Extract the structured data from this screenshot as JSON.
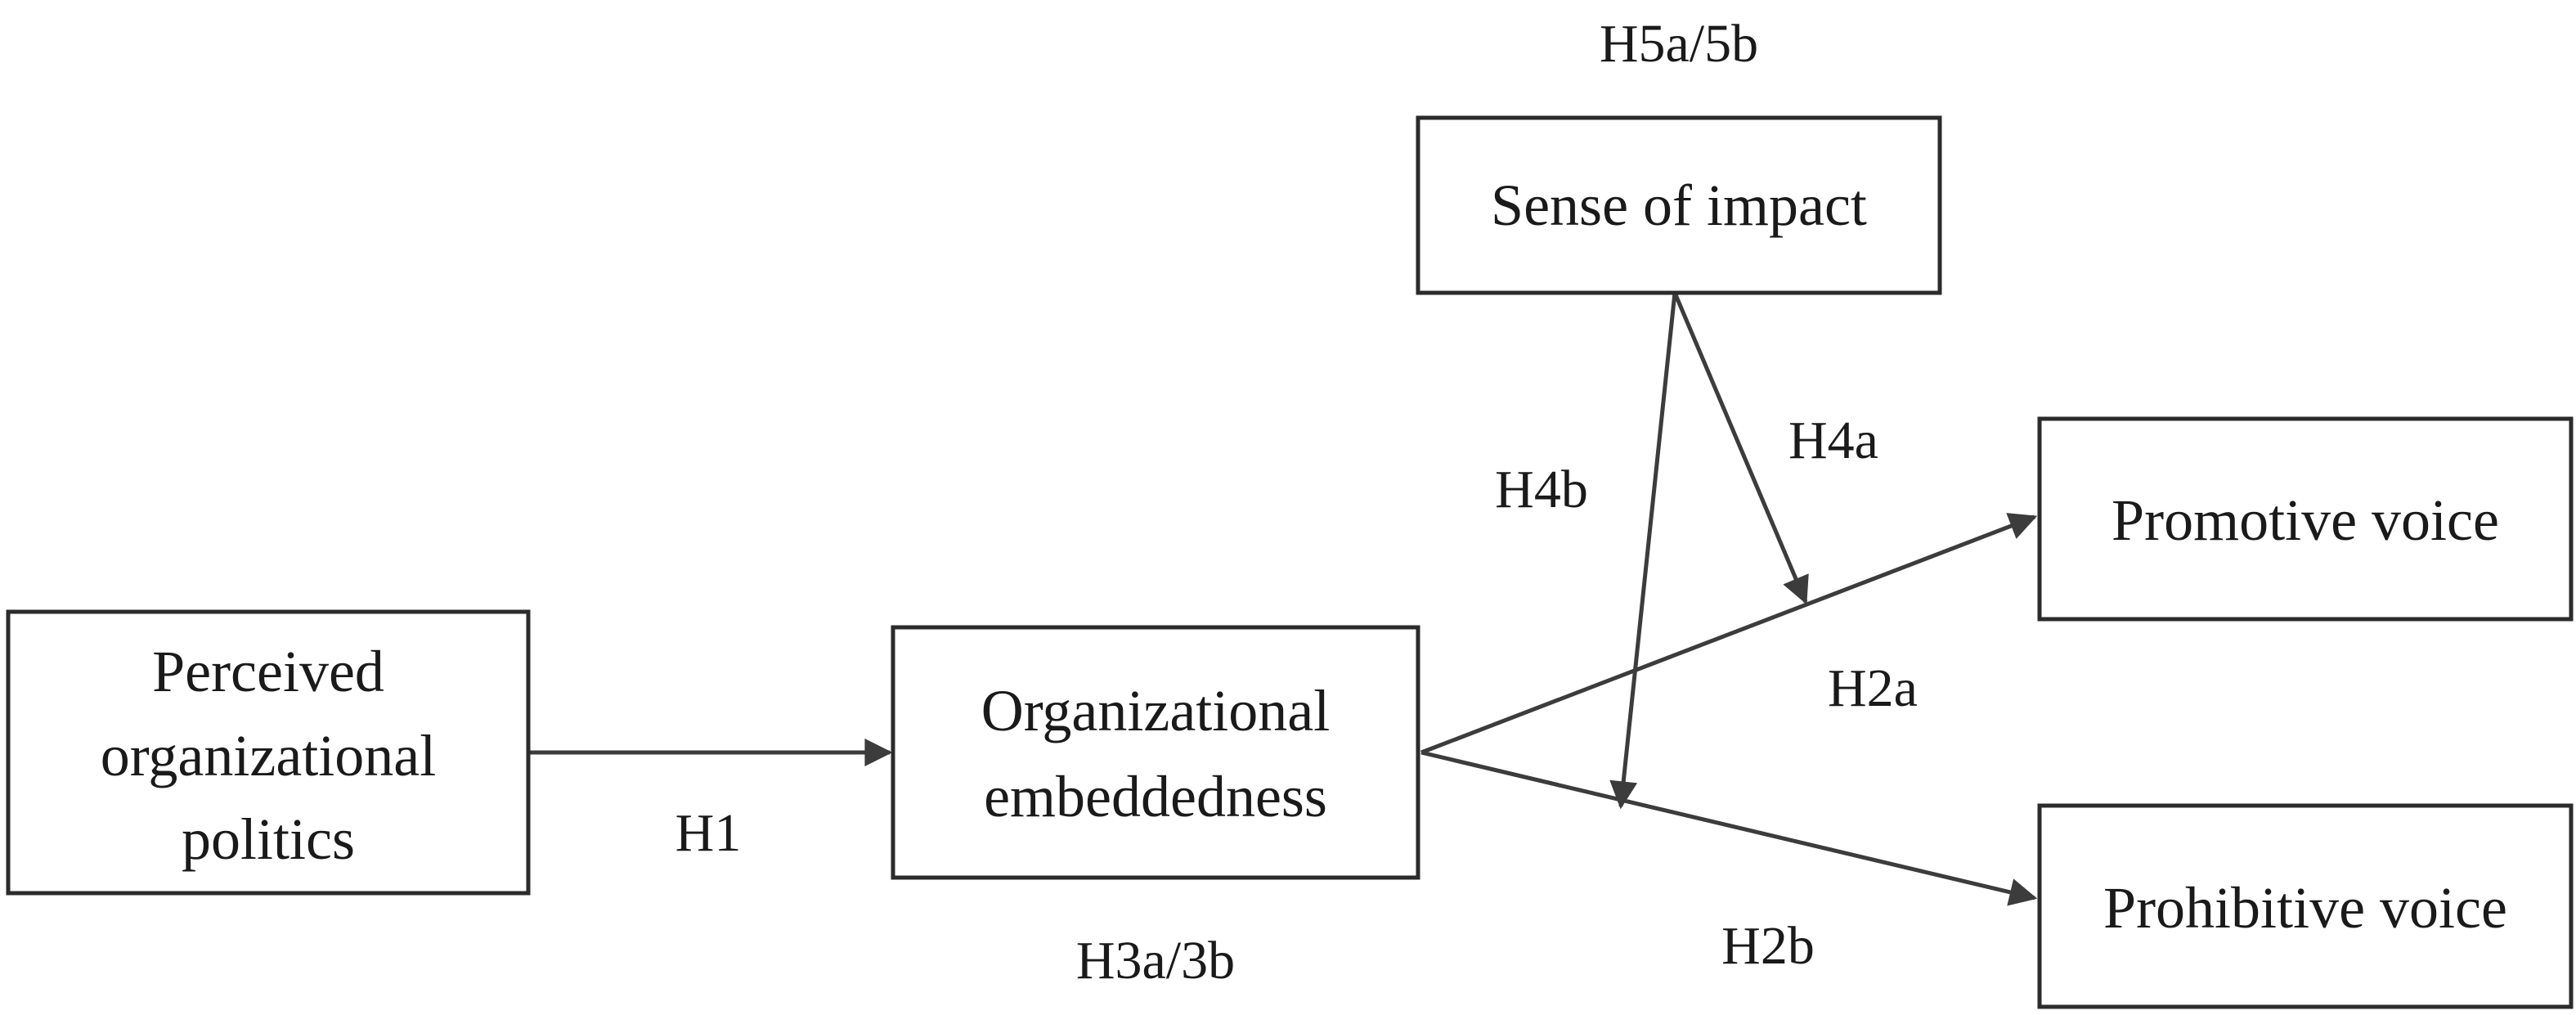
{
  "boxes": {
    "perceived_politics": {
      "lines": [
        "Perceived",
        "organizational",
        "politics"
      ]
    },
    "embeddedness": {
      "lines": [
        "Organizational",
        "embeddedness"
      ]
    },
    "sense_of_impact": {
      "lines": [
        "Sense of impact"
      ]
    },
    "promotive_voice": {
      "lines": [
        "Promotive voice"
      ]
    },
    "prohibitive_voice": {
      "lines": [
        "Prohibitive voice"
      ]
    }
  },
  "hypotheses": {
    "h1": "H1",
    "h2a": "H2a",
    "h2b": "H2b",
    "h3": "H3a/3b",
    "h4a": "H4a",
    "h4b": "H4b",
    "h5": "H5a/5b"
  },
  "colors": {
    "stroke": "#2b2b2b",
    "arrow": "#3c3c3c",
    "text": "#1a1a1a",
    "background": "#ffffff"
  }
}
